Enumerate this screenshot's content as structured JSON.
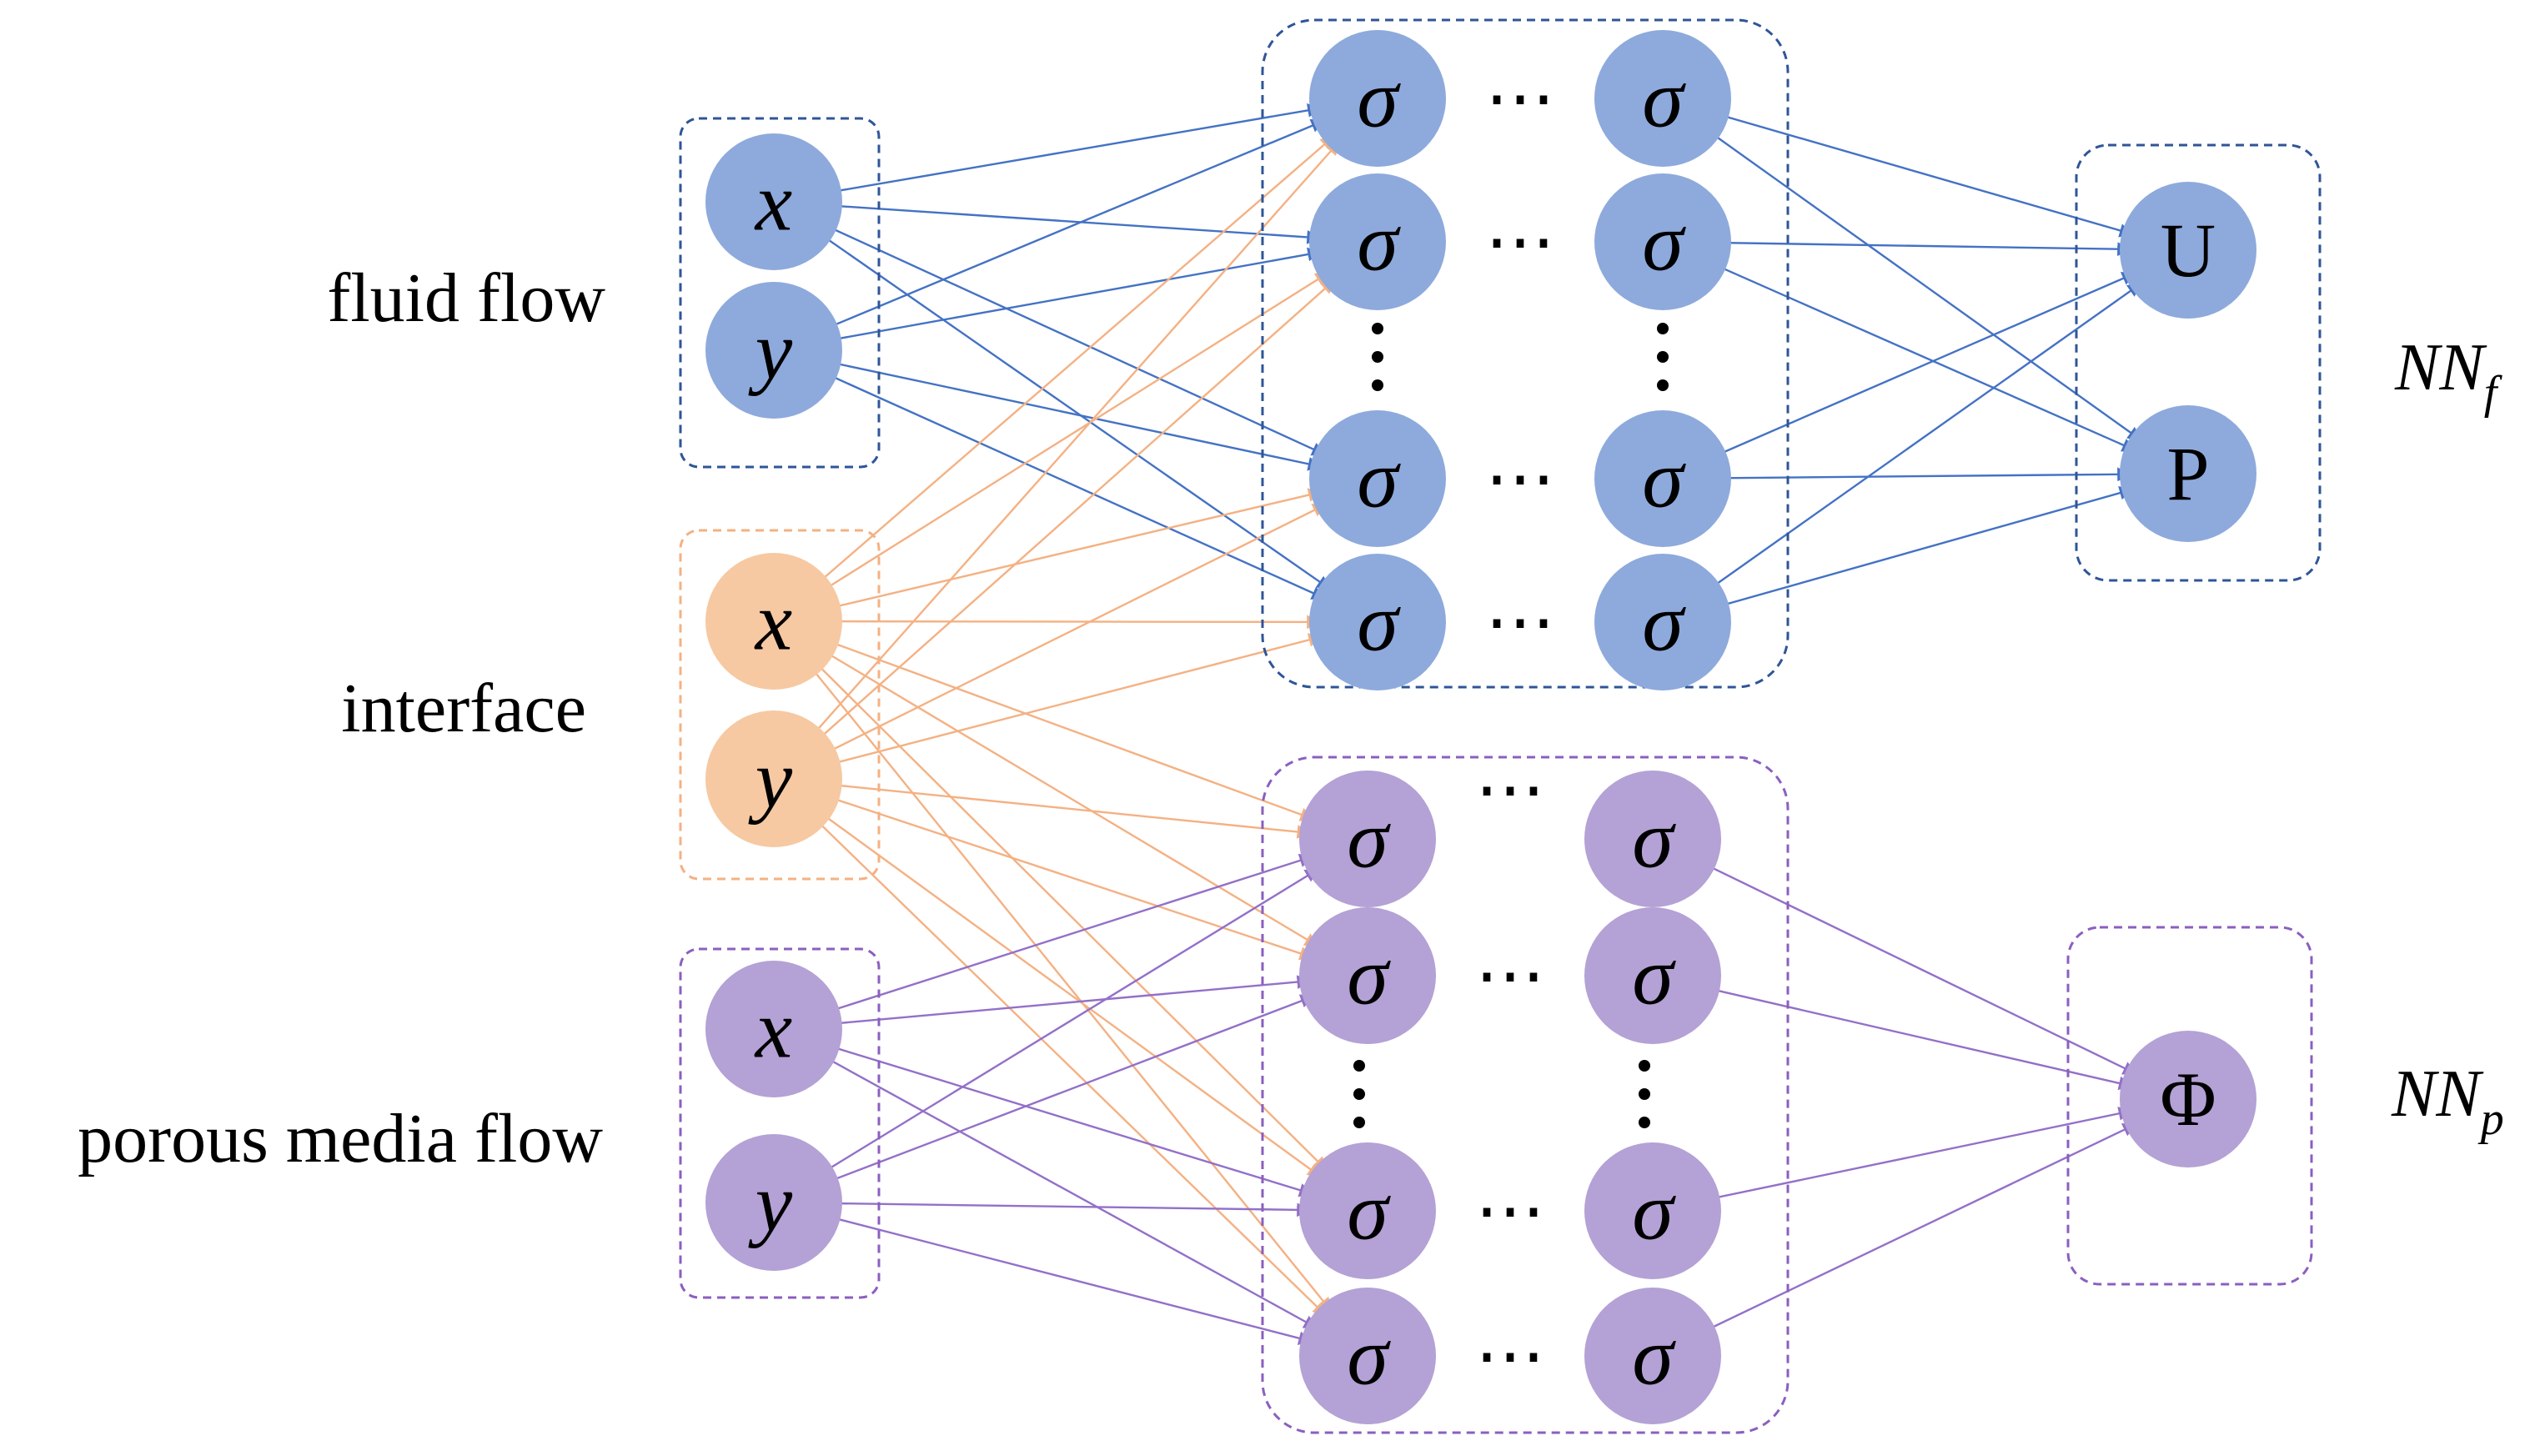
{
  "groups": {
    "fluid": {
      "label": "fluid flow",
      "color": "#8eaadc",
      "edge": "#4472c4"
    },
    "interface": {
      "label": "interface",
      "color": "#f6c9a2",
      "edge": "#f4b183"
    },
    "porous": {
      "label": "porous media flow",
      "color": "#b4a1d5",
      "edge": "#9370c8"
    }
  },
  "inputs": {
    "x": "x",
    "y": "y"
  },
  "hidden_symbol": "σ",
  "ellipsis": "⋯",
  "vdots": "⋮",
  "outputs": {
    "fluid": [
      "U",
      "P"
    ],
    "porous": [
      "Φ"
    ]
  },
  "network_labels": {
    "fluid": {
      "main": "NN",
      "sub": "f"
    },
    "porous": {
      "main": "NN",
      "sub": "p"
    }
  }
}
